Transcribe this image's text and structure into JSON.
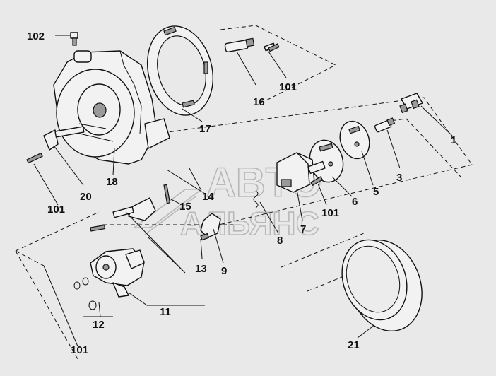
{
  "watermark": {
    "line1": "ABTO",
    "line2": "АЛЬЯНС"
  },
  "callouts": [
    {
      "id": "c102",
      "text": "102"
    },
    {
      "id": "c16",
      "text": "16"
    },
    {
      "id": "c101a",
      "text": "101"
    },
    {
      "id": "c17",
      "text": "17"
    },
    {
      "id": "c1",
      "text": "1"
    },
    {
      "id": "c3",
      "text": "3"
    },
    {
      "id": "c5",
      "text": "5"
    },
    {
      "id": "c6",
      "text": "6"
    },
    {
      "id": "c18",
      "text": "18"
    },
    {
      "id": "c20",
      "text": "20"
    },
    {
      "id": "c101b",
      "text": "101"
    },
    {
      "id": "c14",
      "text": "14"
    },
    {
      "id": "c15",
      "text": "15"
    },
    {
      "id": "c101c",
      "text": "101"
    },
    {
      "id": "c7",
      "text": "7"
    },
    {
      "id": "c8",
      "text": "8"
    },
    {
      "id": "c9",
      "text": "9"
    },
    {
      "id": "c13",
      "text": "13"
    },
    {
      "id": "c11",
      "text": "11"
    },
    {
      "id": "c12",
      "text": "12"
    },
    {
      "id": "c101d",
      "text": "101"
    },
    {
      "id": "c21",
      "text": "21"
    }
  ]
}
